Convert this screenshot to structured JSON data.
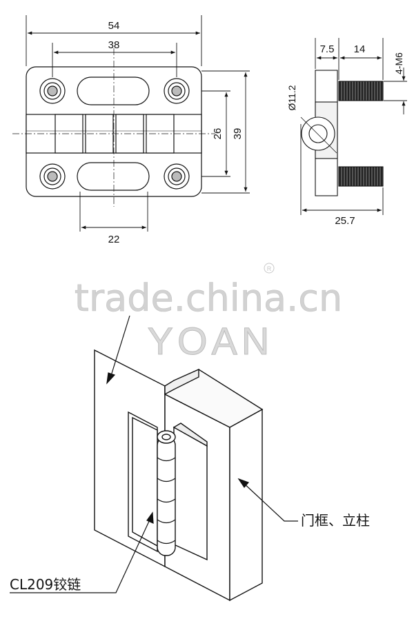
{
  "top_view": {
    "dim_overall_width": "54",
    "dim_hole_spacing": "38",
    "dim_slot_spacing": "22",
    "dim_inner_height": "26",
    "dim_overall_height": "39"
  },
  "side_view": {
    "dim_base": "7.5",
    "dim_stud_length": "14",
    "dim_thread": "4-M6",
    "dim_pin_diameter": "Ø11.2",
    "dim_total_depth": "25.7"
  },
  "watermark": {
    "site": "trade.china.cn",
    "brand": "YOAN",
    "registered_mark": "R"
  },
  "callouts": {
    "frame_label": "门框、立柱",
    "hinge_label": "CL209铰链"
  }
}
